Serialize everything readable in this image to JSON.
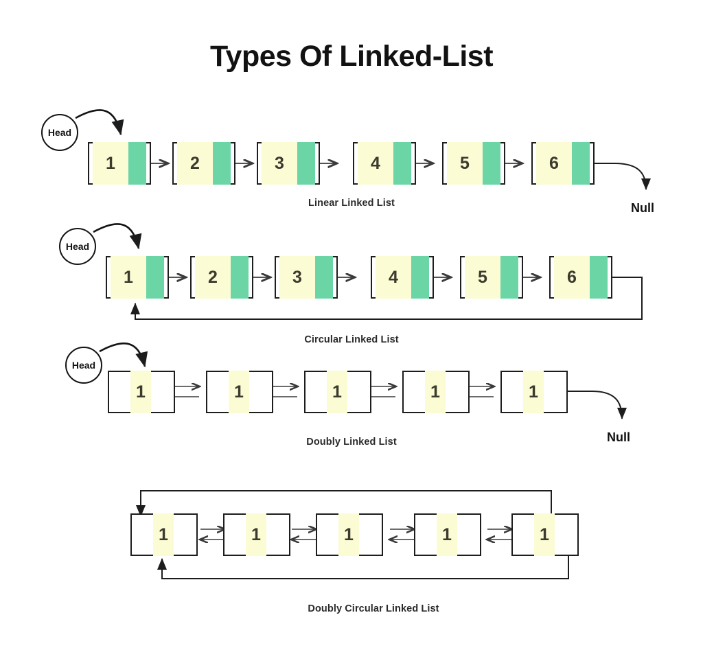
{
  "page": {
    "title": "Types Of Linked-List",
    "background_color": "#ffffff",
    "node_border_color": "#1d1d1d",
    "data_cell_color": "#fbfbd4",
    "pointer_cell_color": "#6bd5a6",
    "wire_color": "#3a3a3a"
  },
  "sections": [
    {
      "id": "linear",
      "caption": "Linear Linked List",
      "head_label": "Head",
      "terminator_label": "Null",
      "node_values": [
        "1",
        "2",
        "3",
        "4",
        "5",
        "6"
      ]
    },
    {
      "id": "circular",
      "caption": "Circular Linked List",
      "head_label": "Head",
      "node_values": [
        "1",
        "2",
        "3",
        "4",
        "5",
        "6"
      ]
    },
    {
      "id": "doubly",
      "caption": "Doubly Linked List",
      "head_label": "Head",
      "terminator_label": "Null",
      "node_values": [
        "1",
        "1",
        "1",
        "1",
        "1"
      ]
    },
    {
      "id": "doubly-circular",
      "caption": "Doubly Circular Linked List",
      "node_values": [
        "1",
        "1",
        "1",
        "1",
        "1"
      ]
    }
  ]
}
